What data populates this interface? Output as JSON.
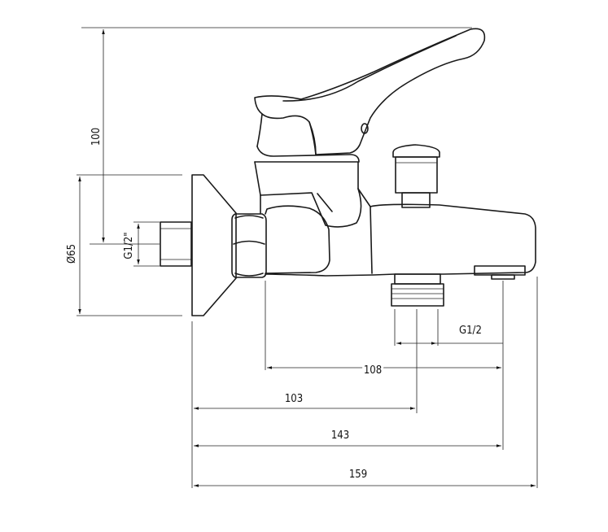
{
  "drawing": {
    "subject": "bath mixer with shower diverter",
    "dimensions": {
      "height_100": "100",
      "diameter_65": "Ø65",
      "inlet_thread": "G1/2\"",
      "outlet_thread": "G1/2",
      "d108": "108",
      "d103": "103",
      "d143": "143",
      "d159": "159"
    }
  }
}
